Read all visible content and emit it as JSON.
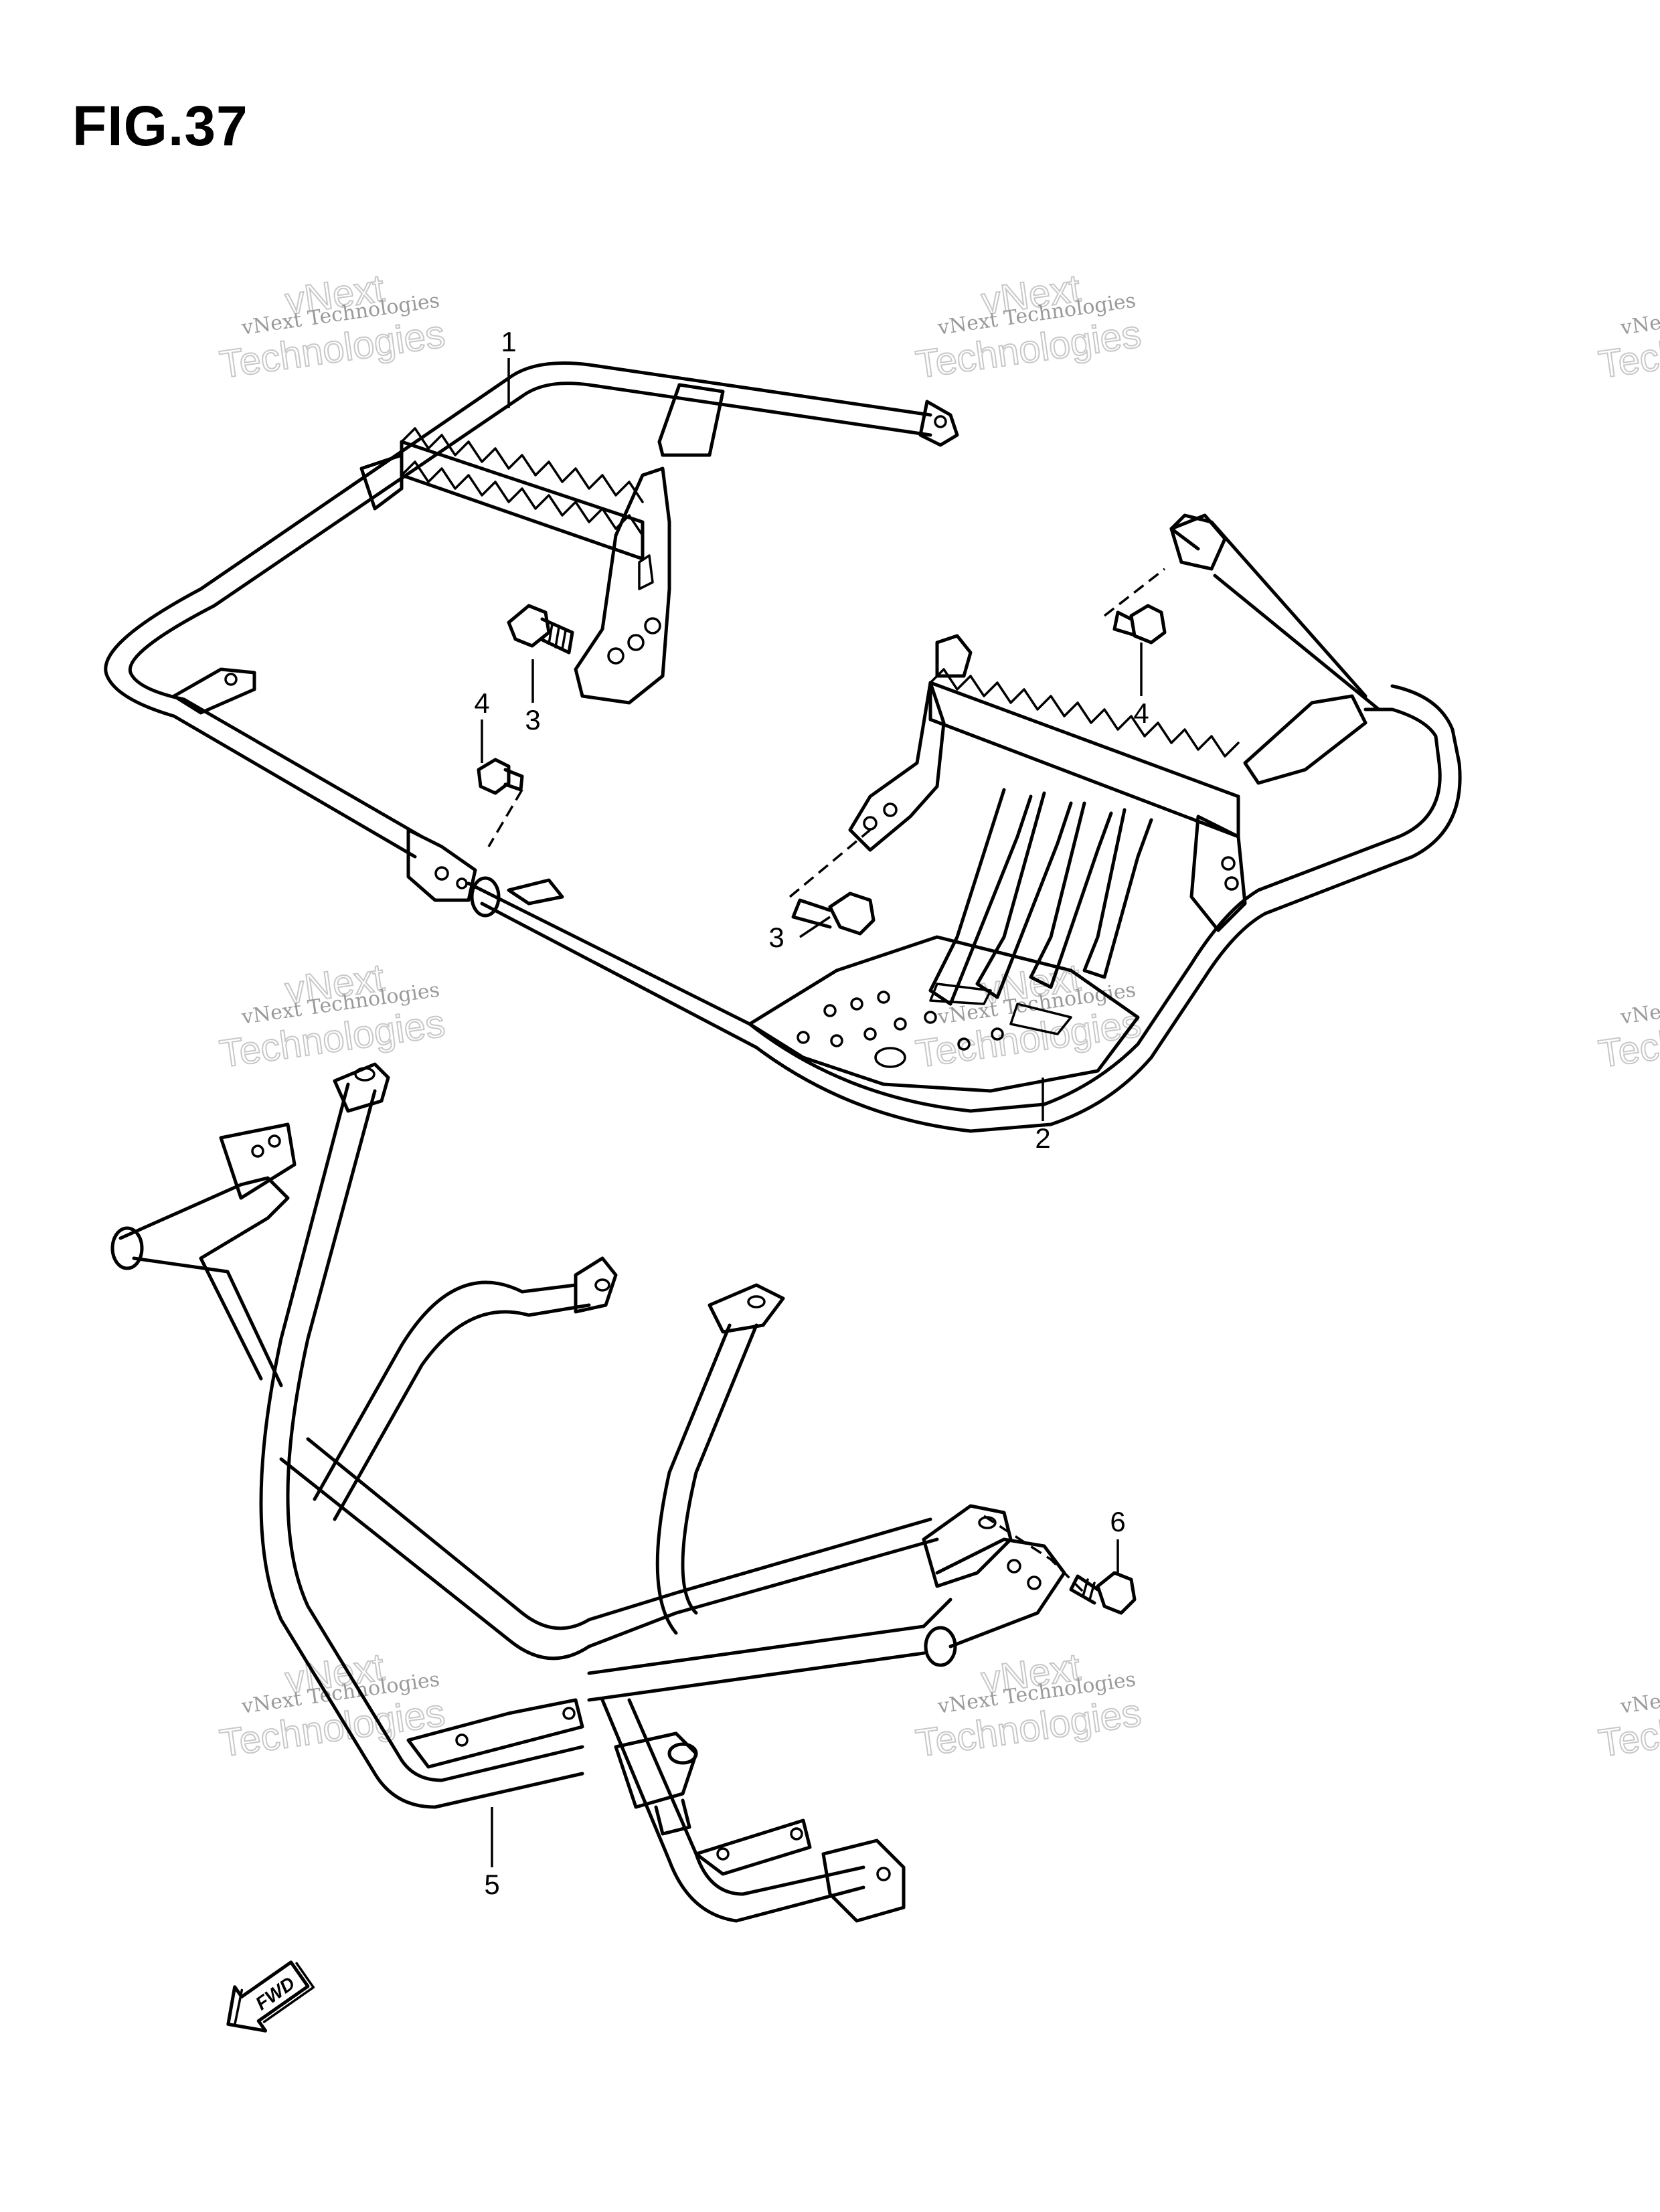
{
  "figure": {
    "title": "FIG.37"
  },
  "callouts": [
    "1",
    "2",
    "3",
    "3",
    "4",
    "4",
    "5",
    "6"
  ],
  "watermark": {
    "line1": "vNext Technologies",
    "line2": "Technologies",
    "line3": "vNext"
  },
  "fwd_label": "FWD",
  "colors": {
    "line": "#000000",
    "background": "#ffffff",
    "watermark": "#9a9a9a"
  }
}
